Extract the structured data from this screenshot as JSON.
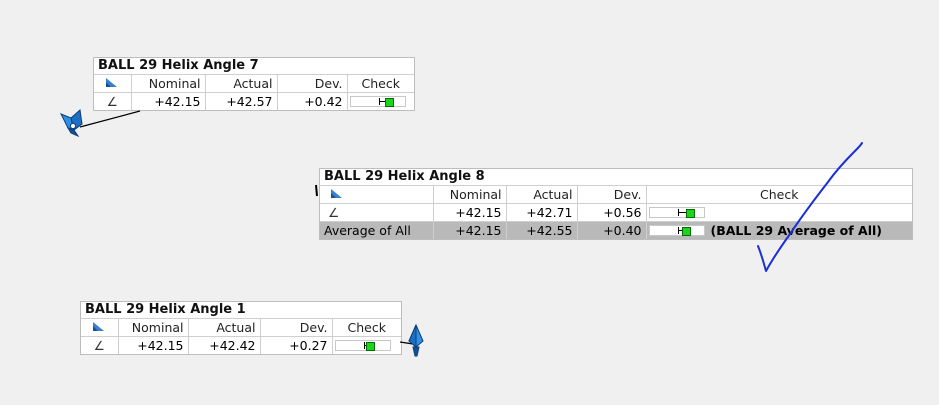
{
  "panels": [
    {
      "title": "BALL 29 Helix Angle 7",
      "headers": {
        "nominal": "Nominal",
        "actual": "Actual",
        "dev": "Dev.",
        "check": "Check"
      },
      "row": {
        "symbol": "∠",
        "nominal": "+42.15",
        "actual": "+42.57",
        "dev": "+0.42"
      }
    },
    {
      "title": "BALL 29 Helix Angle 8",
      "headers": {
        "nominal": "Nominal",
        "actual": "Actual",
        "dev": "Dev.",
        "check": "Check"
      },
      "row": {
        "symbol": "∠",
        "nominal": "+42.15",
        "actual": "+42.71",
        "dev": "+0.56"
      },
      "average": {
        "label": "Average of All",
        "nominal": "+42.15",
        "actual": "+42.55",
        "dev": "+0.40",
        "name": "(BALL 29 Average of All)"
      }
    },
    {
      "title": "BALL 29 Helix Angle 1",
      "headers": {
        "nominal": "Nominal",
        "actual": "Actual",
        "dev": "Dev.",
        "check": "Check"
      },
      "row": {
        "symbol": "∠",
        "nominal": "+42.15",
        "actual": "+42.42",
        "dev": "+0.27"
      }
    }
  ],
  "colors": {
    "in_tolerance": "#19d619",
    "pen_annotation": "#1a2fd6",
    "marker": "#2f8fe6"
  },
  "icons": {
    "header": "angle-dimension-icon",
    "row": "angle-symbol",
    "marker": "probe-arrow-icon"
  }
}
